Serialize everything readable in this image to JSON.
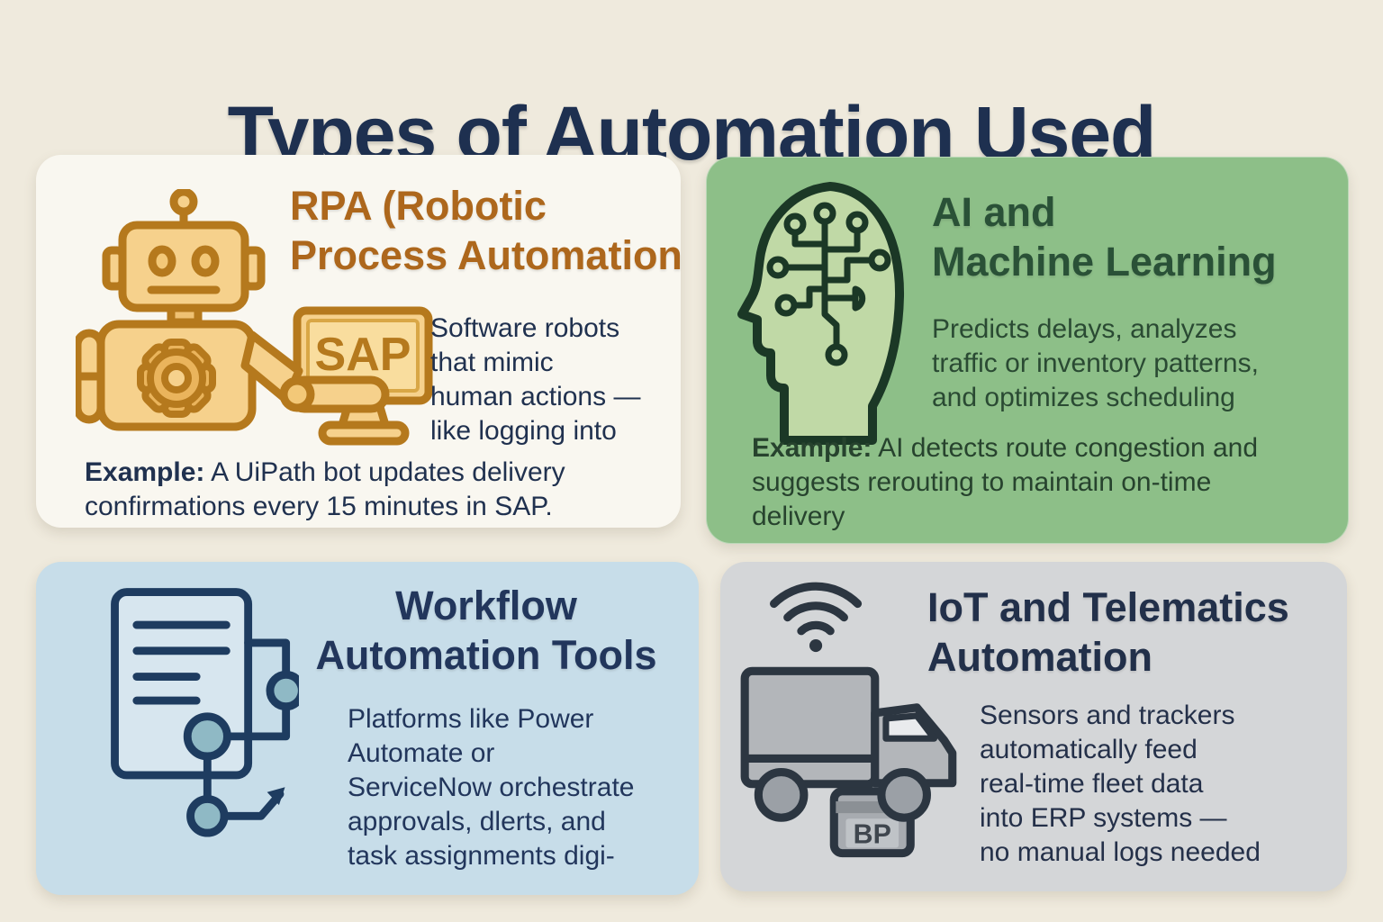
{
  "title": "Types of Automation Used",
  "cards": [
    {
      "id": "rpa",
      "heading": "RPA (Robotic\nProcess Automation",
      "body": "Software robots\nthat mimic\nhuman actions —\nlike logging into",
      "example_label": "Example:",
      "example": " A UiPath bot updates delivery\nconfirmations every 15 minutes in SAP.",
      "icon": "robot-with-sap-monitor-icon",
      "icon_text": "SAP",
      "accent_color": "#ad671c",
      "background_color": "#f9f7f0"
    },
    {
      "id": "ai",
      "heading": "AI and\nMachine Learning",
      "body": "Predicts delays, analyzes\ntraffic or inventory patterns,\nand optimizes scheduling",
      "example_label": "Example:",
      "example": " AI detects route congestion and\nsuggests rerouting to maintain on-time\ndelivery",
      "icon": "head-with-circuit-brain-icon",
      "accent_color": "#2a5137",
      "background_color": "#8dbf88"
    },
    {
      "id": "workflow",
      "heading": "Workflow\nAutomation Tools",
      "body": "Platforms like Power\nAutomate or\nServiceNow orchestrate\napprovals, dlerts, and\ntask assignments digi-",
      "icon": "document-flowchart-icon",
      "accent_color": "#22365c",
      "background_color": "#c7dde9"
    },
    {
      "id": "iot",
      "heading": "IoT and Telematics\nAutomation",
      "body": "Sensors and trackers\nautomatically feed\nreal-time fleet data\ninto ERP systems —\nno manual logs needed",
      "icon": "truck-with-wifi-icon",
      "icon_text": "BP",
      "accent_color": "#22304a",
      "background_color": "#d4d6d8"
    }
  ],
  "colors": {
    "page_background": "#efeadd",
    "title_text": "#1e3050",
    "body_text_navy": "#20314f",
    "rpa_heading": "#ad671c",
    "robot_gold_fill": "#f6d18c",
    "robot_outline": "#b5791d",
    "gear_gold": "#eab45c",
    "ai_heading": "#2a5137",
    "ai_body": "#2a4a33",
    "ai_head_fill": "#c0d9a6",
    "ai_outline": "#1b3826",
    "workflow_outline_navy": "#1e3c60",
    "workflow_node_fill": "#8fb9c5",
    "truck_fill": "#b3b6ba",
    "truck_outline": "#2c3641",
    "wheel_fill": "#9ba0a6"
  }
}
